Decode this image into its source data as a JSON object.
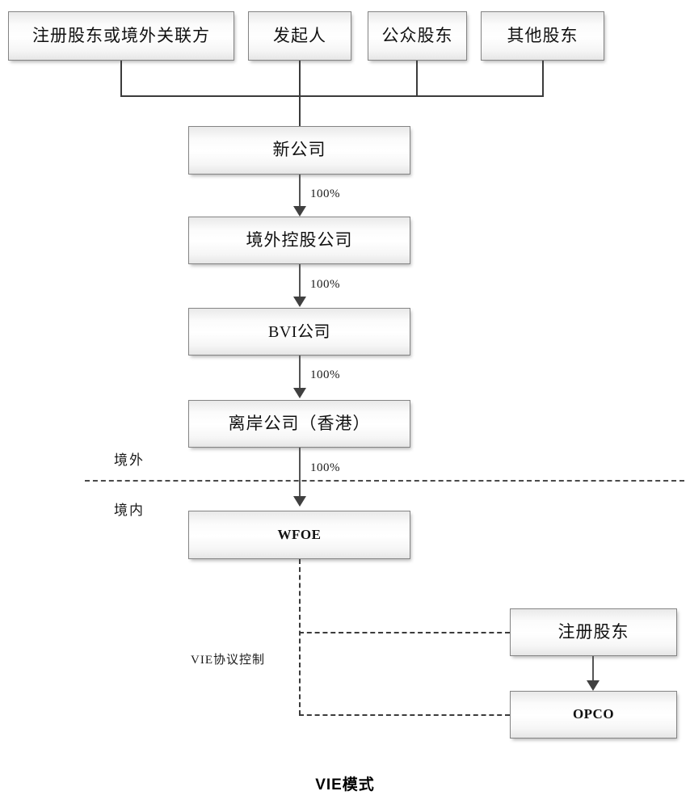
{
  "diagram": {
    "caption": "VIE模式",
    "zones": {
      "offshore": "境外",
      "onshore": "境内"
    },
    "vie_label": "VIE协议控制",
    "shareholder_nodes": [
      {
        "id": "registered-or-offshore-affiliate",
        "label": "注册股东或境外关联方"
      },
      {
        "id": "founder",
        "label": "发起人"
      },
      {
        "id": "public-shareholders",
        "label": "公众股东"
      },
      {
        "id": "other-shareholders",
        "label": "其他股东"
      }
    ],
    "chain_nodes": [
      {
        "id": "new-company",
        "label": "新公司"
      },
      {
        "id": "offshore-holding",
        "label": "境外控股公司"
      },
      {
        "id": "bvi-company",
        "label": "BVI公司"
      },
      {
        "id": "offshore-hk",
        "label": "离岸公司（香港）"
      },
      {
        "id": "wfoe",
        "label": "WFOE"
      }
    ],
    "vie_nodes": [
      {
        "id": "registered-shareholder",
        "label": "注册股东"
      },
      {
        "id": "opco",
        "label": "OPCO"
      }
    ],
    "ownership_labels": [
      {
        "id": "pct-new-to-holding",
        "value": "100%"
      },
      {
        "id": "pct-holding-to-bvi",
        "value": "100%"
      },
      {
        "id": "pct-bvi-to-hk",
        "value": "100%"
      },
      {
        "id": "pct-hk-to-wfoe",
        "value": "100%"
      }
    ],
    "colors": {
      "box_border": "#848484",
      "line": "#3b3b3b",
      "arrow": "#404040",
      "text": "#111111",
      "background": "#ffffff"
    }
  }
}
